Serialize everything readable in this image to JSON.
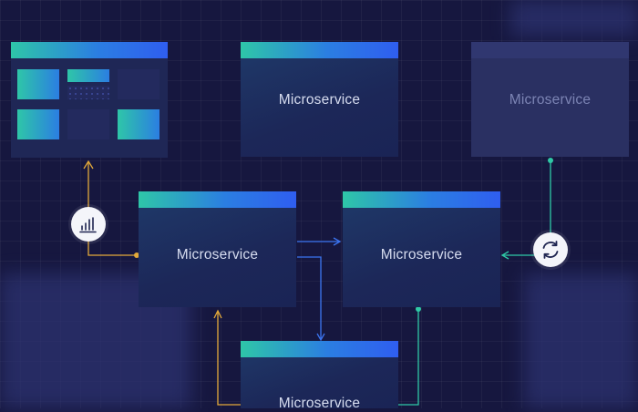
{
  "diagram": {
    "nodes": [
      {
        "id": "dashboard",
        "label": ""
      },
      {
        "id": "top-center",
        "label": "Microservice"
      },
      {
        "id": "top-right",
        "label": "Microservice"
      },
      {
        "id": "middle-left",
        "label": "Microservice"
      },
      {
        "id": "middle-right",
        "label": "Microservice"
      },
      {
        "id": "bottom",
        "label": "Microservice"
      }
    ],
    "icons": [
      "analytics-chart-icon",
      "sync-icon"
    ],
    "colors": {
      "background": "#16173f",
      "accent_teal": "#2ec6a8",
      "accent_blue": "#2f5ef0",
      "connector_gold": "#e3a93a",
      "connector_blue": "#3b74f0",
      "connector_teal": "#2fc9a6"
    }
  }
}
